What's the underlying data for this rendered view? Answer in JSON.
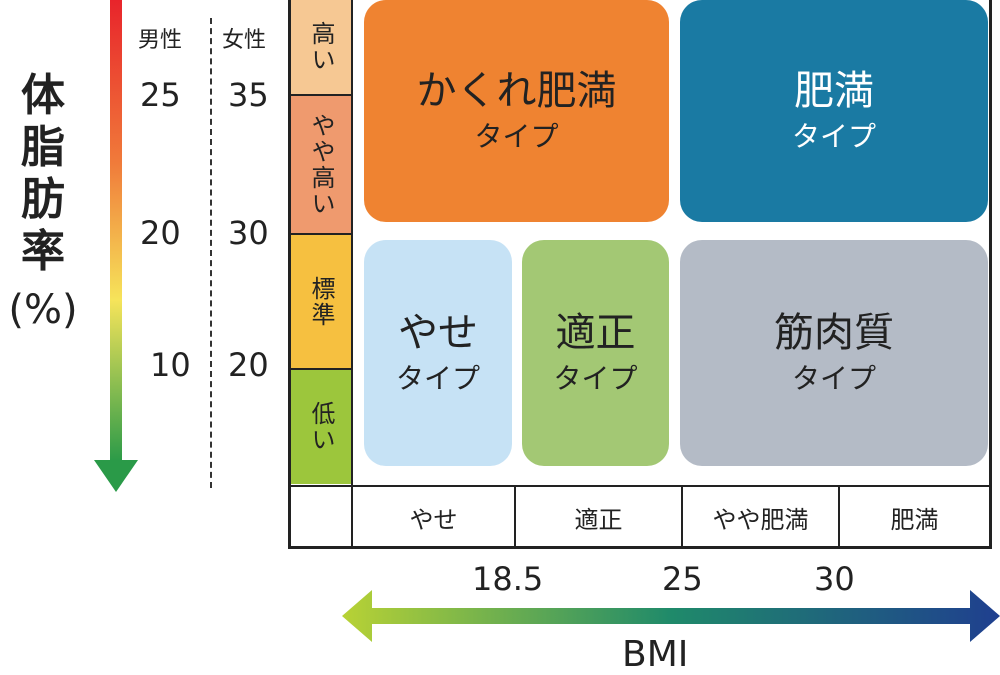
{
  "y_axis": {
    "title_chars": [
      "体",
      "脂",
      "肪",
      "率"
    ],
    "unit": "(%)",
    "male_header": "男性",
    "female_header": "女性",
    "male_ticks": [
      "25",
      "20",
      "10"
    ],
    "female_ticks": [
      "35",
      "30",
      "20"
    ],
    "gradient_colors": [
      "#e8242b",
      "#f07a3a",
      "#f6e45a",
      "#2a9a48"
    ]
  },
  "levels": [
    "高い",
    "やや高い",
    "標準",
    "低い"
  ],
  "level_colors": [
    "#f6c893",
    "#ef9a6e",
    "#f6c040",
    "#9cc63c"
  ],
  "boxes": [
    {
      "title": "かくれ肥満",
      "subtitle": "タイプ",
      "color": "#ef8331",
      "text_color": "#222222"
    },
    {
      "title": "肥満",
      "subtitle": "タイプ",
      "color": "#1a7aa3",
      "text_color": "#ffffff"
    },
    {
      "title": "やせ",
      "subtitle": "タイプ",
      "color": "#c6e2f5",
      "text_color": "#222222"
    },
    {
      "title": "適正",
      "subtitle": "タイプ",
      "color": "#a3c874",
      "text_color": "#222222"
    },
    {
      "title": "筋肉質",
      "subtitle": "タイプ",
      "color": "#b4bbc6",
      "text_color": "#222222"
    }
  ],
  "bmi_categories": [
    "やせ",
    "適正",
    "やや肥満",
    "肥満"
  ],
  "bmi_ticks": [
    "18.5",
    "25",
    "30"
  ],
  "bmi_label": "BMI",
  "bmi_gradient_colors": [
    "#b8d235",
    "#1f8a6a",
    "#1f3f8f"
  ]
}
